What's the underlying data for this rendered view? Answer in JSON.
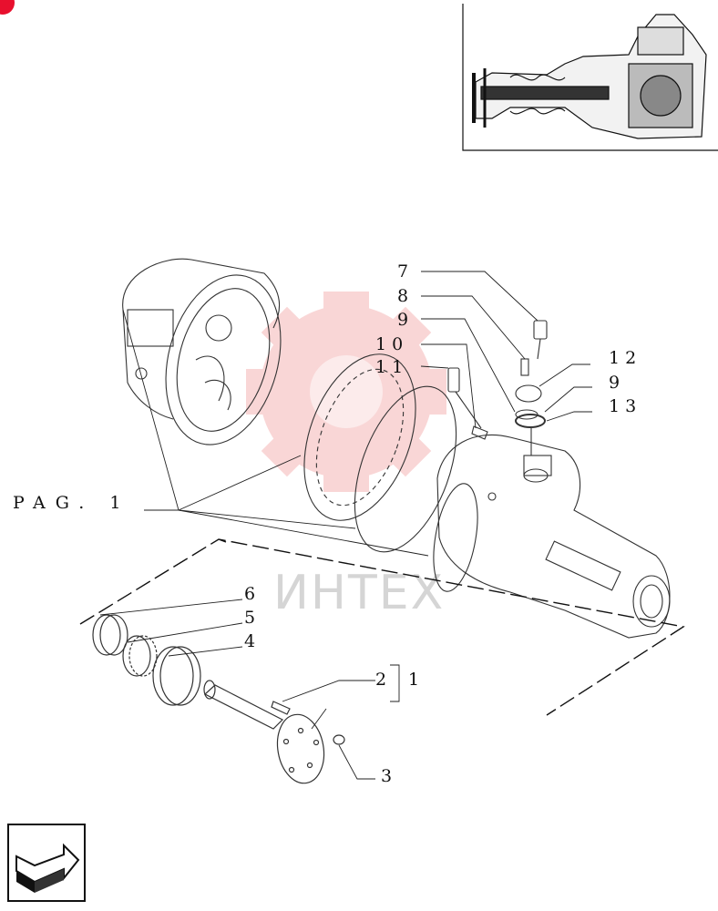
{
  "callouts": {
    "c1": "1",
    "c2": "2",
    "c3": "3",
    "c4": "4",
    "c5": "5",
    "c6": "6",
    "c7": "7",
    "c8": "8",
    "c9a": "9",
    "c10": "10",
    "c11": "11",
    "c12": "12",
    "c9b": "9",
    "c13": "13"
  },
  "reference": {
    "page_label": "PAG. 1"
  },
  "watermark": {
    "text": "ИНТЕХ"
  },
  "colors": {
    "line": "#111111",
    "watermark": "#e84a4a",
    "badge": "#e8102e"
  },
  "icons": {
    "nav": "next-page-arrow-icon"
  }
}
